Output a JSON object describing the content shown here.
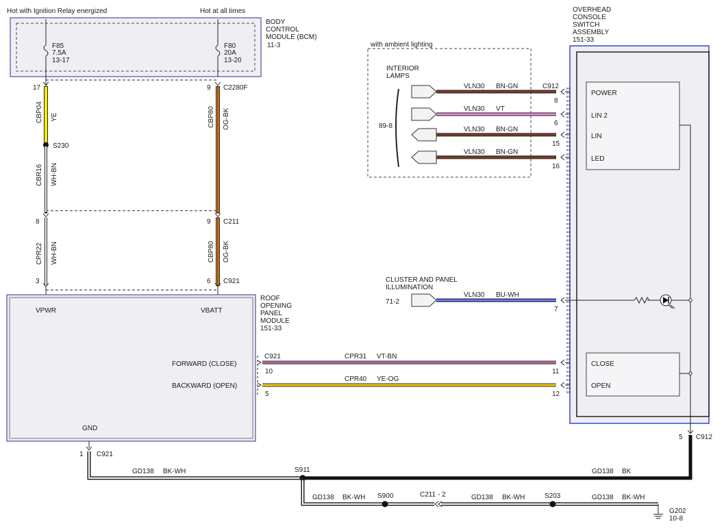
{
  "headers": {
    "left_power": "Hot with Ignition Relay energized",
    "right_power": "Hot at all times",
    "with_ambient": "with ambient lighting"
  },
  "bcm": {
    "title": [
      "BODY",
      "CONTROL",
      "MODULE (BCM)",
      "11-3"
    ],
    "fuse1": {
      "name": "F85",
      "rating": "7.5A",
      "ref": "13-17"
    },
    "fuse2": {
      "name": "F80",
      "rating": "20A",
      "ref": "13-20"
    }
  },
  "left_branch": {
    "pin_top": "17",
    "circuit1": "CBP04",
    "color1": "YE",
    "splice": "S230",
    "circuit2": "CBR16",
    "color2": "WH-BN",
    "pin_c211": "8",
    "circuit3": "CPR22",
    "color3": "WH-BN",
    "pin_c921": "3"
  },
  "right_branch": {
    "pin_top": "9",
    "connector_top": "C2280F",
    "circuit1": "CBP80",
    "color1": "OG-BK",
    "pin_c211": "9",
    "connector_mid": "C211",
    "circuit2": "CBP80",
    "color2": "OG-BK",
    "pin_c921": "6",
    "connector_bottom": "C921"
  },
  "interior_lamps": {
    "title": [
      "INTERIOR",
      "LAMPS"
    ],
    "ref": "89-8",
    "wires": [
      {
        "circuit": "VLN30",
        "color": "BN-GN",
        "pin": "8",
        "color_hex": "#7a3b22"
      },
      {
        "circuit": "VLN30",
        "color": "VT",
        "pin": "6",
        "color_hex": "#e58ad8"
      },
      {
        "circuit": "VLN30",
        "color": "BN-GN",
        "pin": "15",
        "color_hex": "#7a3b22"
      },
      {
        "circuit": "VLN30",
        "color": "BN-GN",
        "pin": "16",
        "color_hex": "#7a3b22"
      }
    ],
    "connector": "C912"
  },
  "overhead": {
    "title": [
      "OVERHEAD",
      "CONSOLE",
      "SWITCH",
      "ASSEMBLY",
      "151-33"
    ],
    "inputs": [
      "POWER",
      "LIN 2",
      "LIN",
      "LED"
    ],
    "switch_labels": [
      "CLOSE",
      "OPEN"
    ],
    "gnd_pin": "5",
    "gnd_connector": "C912"
  },
  "cluster": {
    "title": [
      "CLUSTER AND PANEL",
      "ILLUMINATION"
    ],
    "ref": "71-2",
    "circuit": "VLN30",
    "color": "BU-WH",
    "pin": "7"
  },
  "ropm": {
    "title": [
      "ROOF",
      "OPENING",
      "PANEL",
      "MODULE",
      "151-33"
    ],
    "vpwr": "VPWR",
    "vbatt": "VBATT",
    "forward": "FORWARD (CLOSE)",
    "backward": "BACKWARD (OPEN)",
    "gnd": "GND",
    "connector": "C921",
    "fwd_pin": "10",
    "bwd_pin": "5",
    "gnd_pin": "1"
  },
  "signal_wires": [
    {
      "circuit": "CPR31",
      "color": "VT-BN",
      "pin_right": "11"
    },
    {
      "circuit": "CPR40",
      "color": "YE-OG",
      "pin_right": "12"
    }
  ],
  "ground": {
    "left_circuit": "GD138",
    "left_color": "BK-WH",
    "splice_main": "S911",
    "right_circuit": "GD138",
    "right_color": "BK",
    "seg1_circuit": "GD138",
    "seg1_color": "BK-WH",
    "splice_a": "S900",
    "inline_connector": "C211 - 2",
    "seg2_circuit": "GD138",
    "seg2_color": "BK-WH",
    "splice_b": "S203",
    "seg3_circuit": "GD138",
    "seg3_color": "BK-WH",
    "ground_point": "G202",
    "ground_ref": "10-8"
  }
}
